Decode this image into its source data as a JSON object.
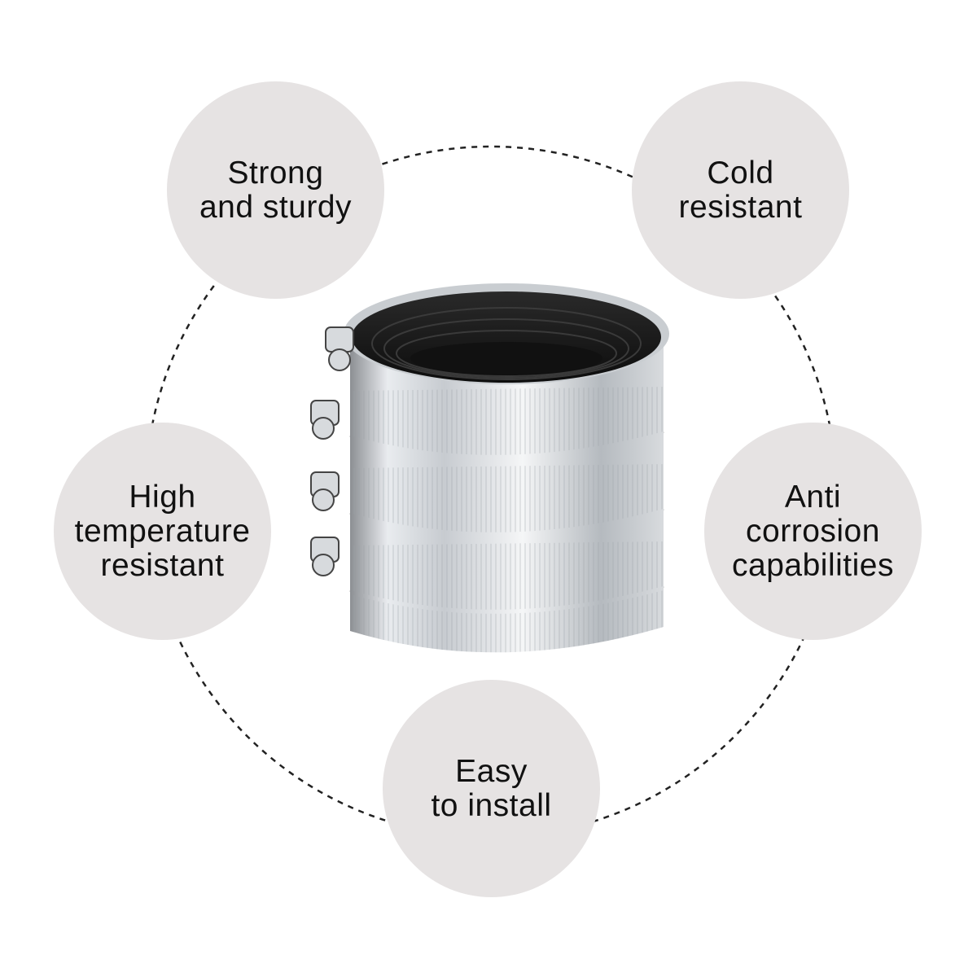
{
  "features": [
    {
      "id": "strong",
      "label": "Strong\nand sturdy"
    },
    {
      "id": "cold",
      "label": "Cold\nresistant"
    },
    {
      "id": "high-temp",
      "label": "High\ntemperature\nresistant"
    },
    {
      "id": "anti-corrosion",
      "label": "Anti\ncorrosion\ncapabilities"
    },
    {
      "id": "easy-install",
      "label": "Easy\nto install"
    }
  ],
  "colors": {
    "badge_fill": "#e6e3e3",
    "ring_stroke": "#222222",
    "text": "#111111"
  },
  "product": {
    "name": "stacked-pipe-couplings-image",
    "coupling_count": 4
  }
}
